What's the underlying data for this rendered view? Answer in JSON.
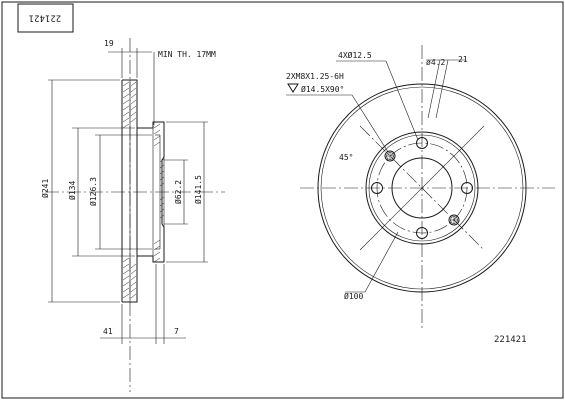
{
  "part_number_top": "221421",
  "part_number_bottom": "221421",
  "side_view": {
    "dim_thickness": "19",
    "min_thickness": "MIN TH. 17MM",
    "dim_outer": "Ø241",
    "dim_hub_outer": "Ø134",
    "dim_hub_inner": "Ø126.3",
    "dim_bore": "Ø62.2",
    "dim_pcd": "Ø141.5",
    "dim_height": "41",
    "dim_offset": "7"
  },
  "front_view": {
    "holes": "4XØ12.5",
    "threads": "2XM8X1.25-6H",
    "countersink": "Ø14.5X90°",
    "pin_label": "ø4.2",
    "pin_count": "21",
    "angle": "45°",
    "bolt_circle": "Ø100"
  }
}
